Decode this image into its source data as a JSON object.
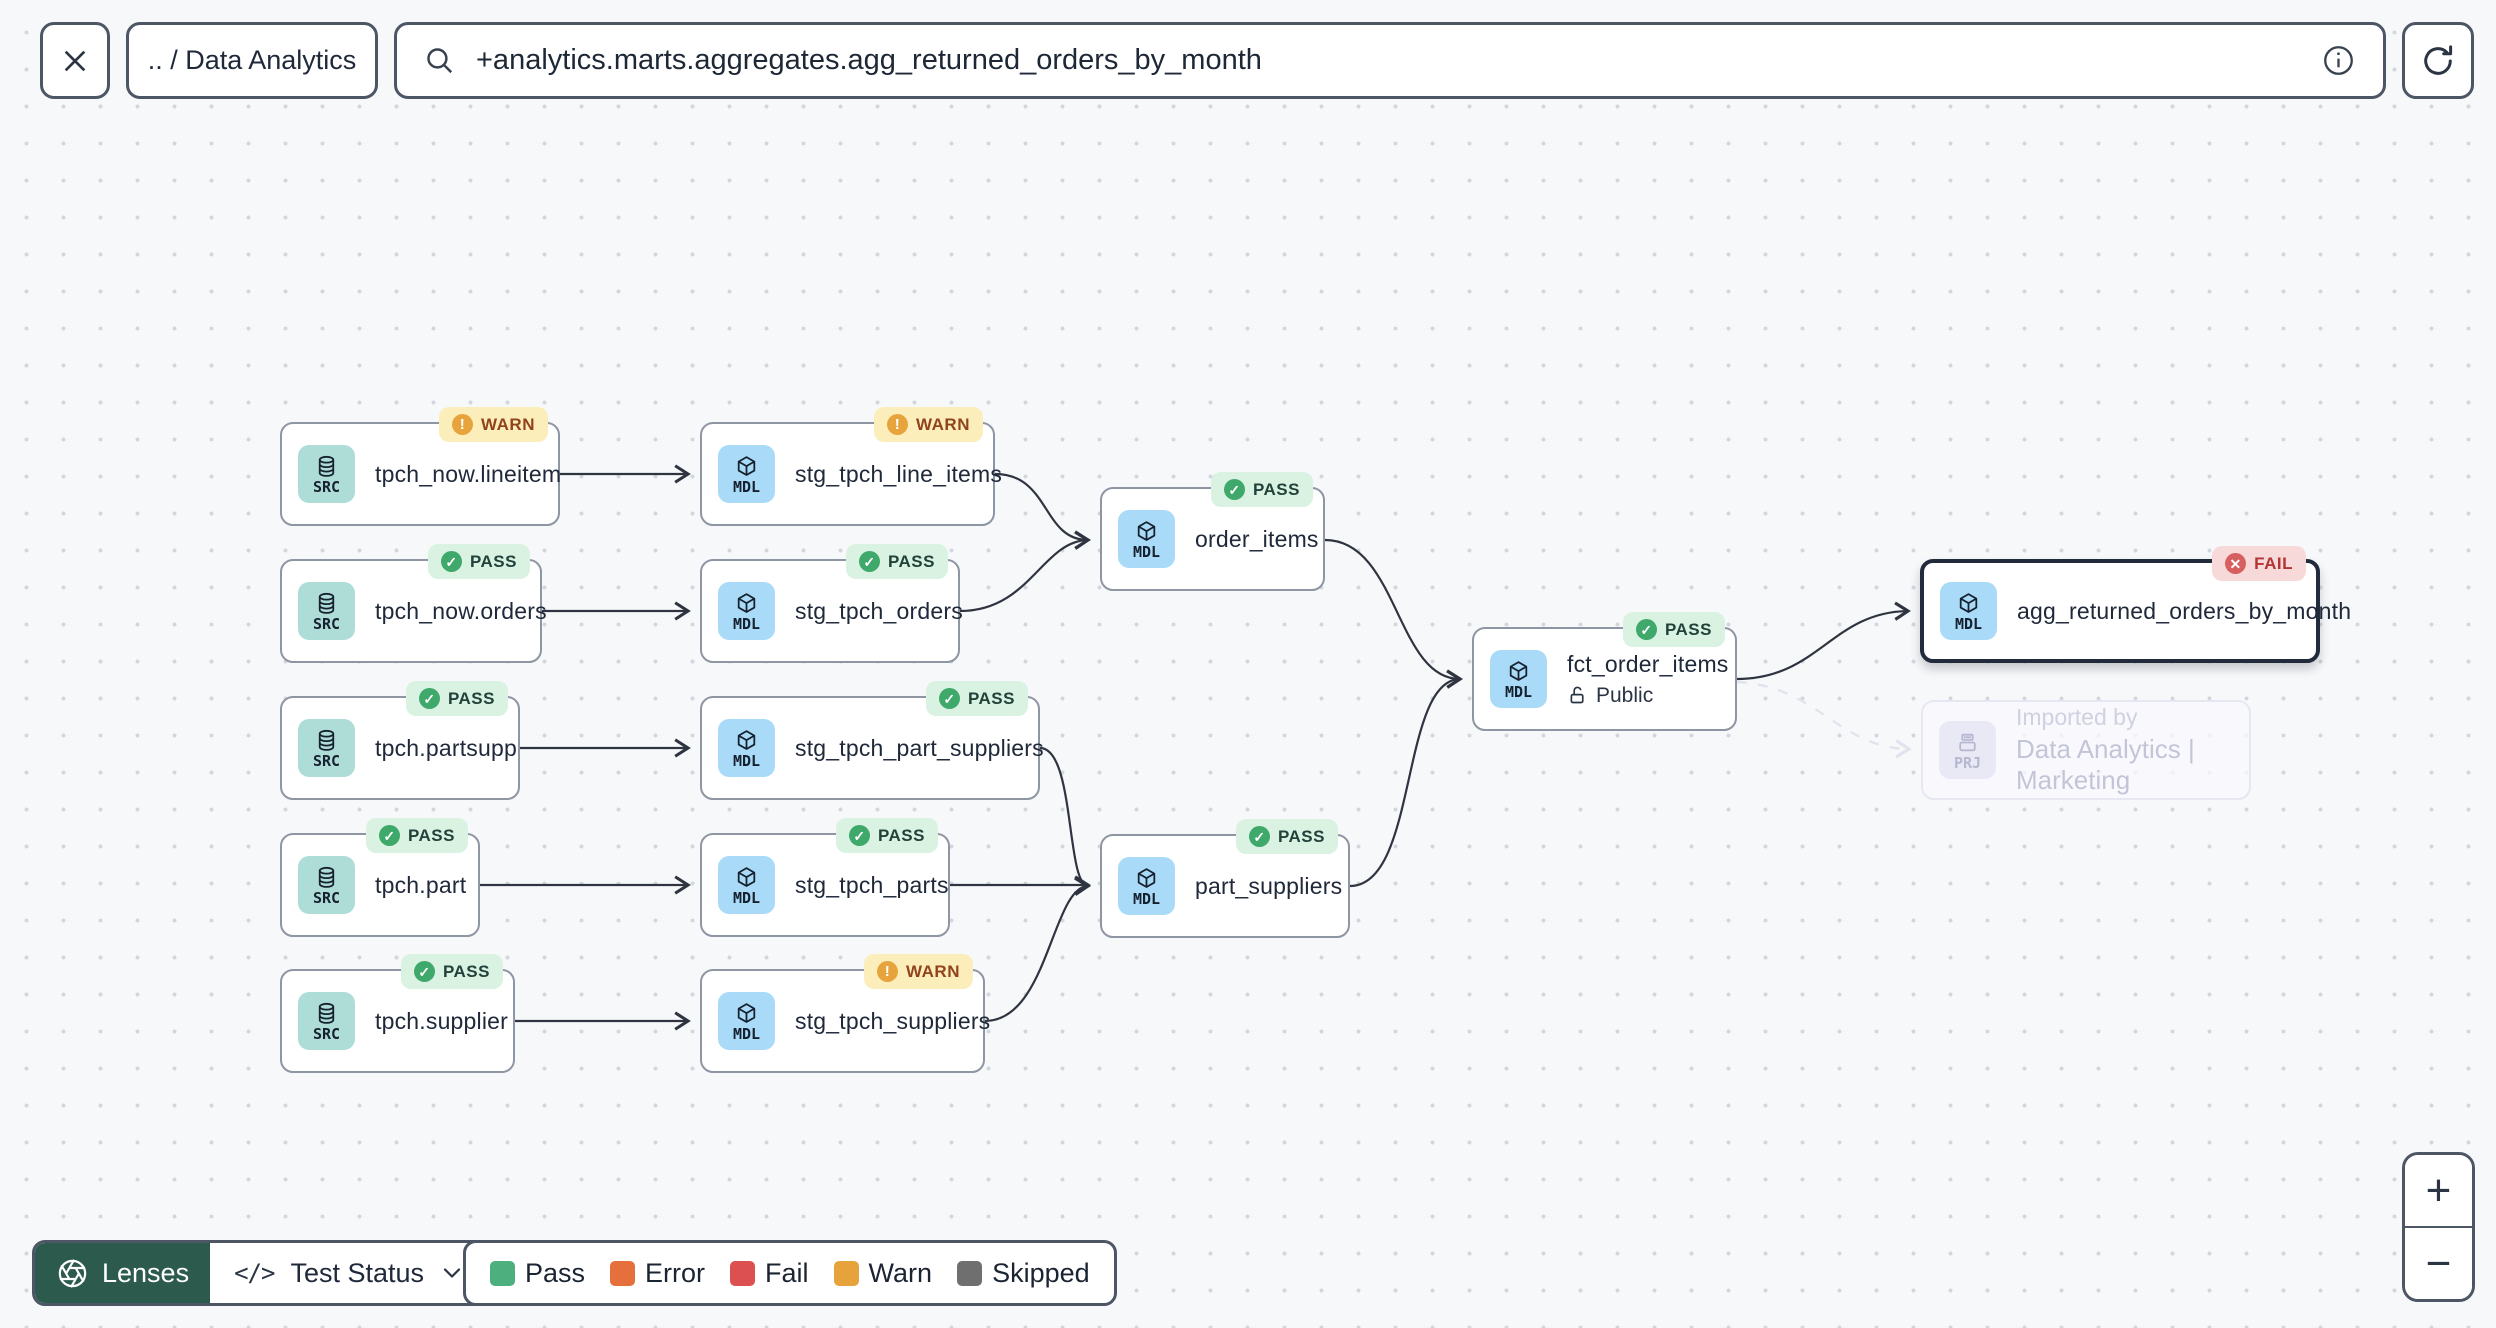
{
  "topbar": {
    "breadcrumb": ".. / Data Analytics",
    "search_value": "+analytics.marts.aggregates.agg_returned_orders_by_month"
  },
  "icons": {
    "close": "close-icon",
    "search": "magnifier-icon",
    "info": "info-circle-icon",
    "refresh": "refresh-icon",
    "lenses": "aperture-icon",
    "test_status": "code-icon",
    "chevron": "chevron-down-icon",
    "database": "database-icon",
    "cube": "cube-icon",
    "project": "project-icon",
    "public_access": "unlocked-padlock-icon",
    "code_glyph": "</>"
  },
  "nodes": [
    {
      "label": "tpch_now.lineitem",
      "type_label": "SRC",
      "badge": "WARN"
    },
    {
      "label": "tpch_now.orders",
      "type_label": "SRC",
      "badge": "PASS"
    },
    {
      "label": "tpch.partsupp",
      "type_label": "SRC",
      "badge": "PASS"
    },
    {
      "label": "tpch.part",
      "type_label": "SRC",
      "badge": "PASS"
    },
    {
      "label": "tpch.supplier",
      "type_label": "SRC",
      "badge": "PASS"
    },
    {
      "label": "stg_tpch_line_items",
      "type_label": "MDL",
      "badge": "WARN"
    },
    {
      "label": "stg_tpch_orders",
      "type_label": "MDL",
      "badge": "PASS"
    },
    {
      "label": "stg_tpch_part_suppliers",
      "type_label": "MDL",
      "badge": "PASS"
    },
    {
      "label": "stg_tpch_parts",
      "type_label": "MDL",
      "badge": "PASS"
    },
    {
      "label": "stg_tpch_suppliers",
      "type_label": "MDL",
      "badge": "WARN"
    },
    {
      "label": "order_items",
      "type_label": "MDL",
      "badge": "PASS"
    },
    {
      "label": "part_suppliers",
      "type_label": "MDL",
      "badge": "PASS"
    },
    {
      "label": "fct_order_items",
      "type_label": "MDL",
      "badge": "PASS",
      "access": "Public"
    },
    {
      "label": "agg_returned_orders_by_month",
      "type_label": "MDL",
      "badge": "FAIL",
      "selected": true
    },
    {
      "type_label": "PRJ",
      "ghost": true,
      "line1": "Imported by",
      "line2": "Data Analytics | Marketing"
    }
  ],
  "badge_glyphs": {
    "pass": "✓",
    "warn": "!",
    "fail": "✕"
  },
  "toolbar": {
    "lenses_label": "Lenses",
    "active_lens": "Test Status"
  },
  "legend": {
    "items": [
      {
        "label": "Pass",
        "color": "#4CAF7D"
      },
      {
        "label": "Error",
        "color": "#E5703C"
      },
      {
        "label": "Fail",
        "color": "#DD5051"
      },
      {
        "label": "Warn",
        "color": "#E7A33B"
      },
      {
        "label": "Skipped",
        "color": "#6F6F6F"
      }
    ]
  },
  "zoom_controls": {
    "zoom_in": "+",
    "zoom_out": "−"
  },
  "status_colors": {
    "pass_bg": "#D9F2E2",
    "warn_bg": "#FBEEBB",
    "fail_bg": "#F8D9DA"
  }
}
